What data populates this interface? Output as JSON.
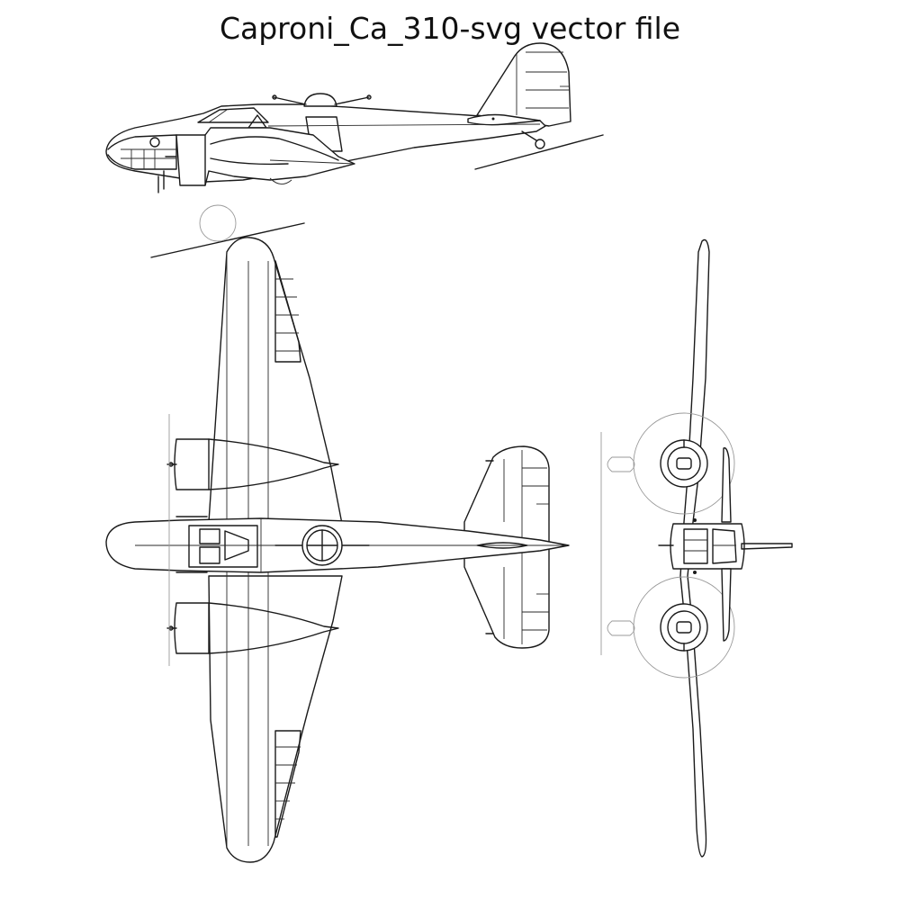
{
  "title": "Caproni_Ca_310-svg vector file",
  "drawing": {
    "views": [
      "side-view",
      "top-view",
      "front-view"
    ],
    "line_color": "#1a1a1a",
    "background": "#ffffff"
  }
}
